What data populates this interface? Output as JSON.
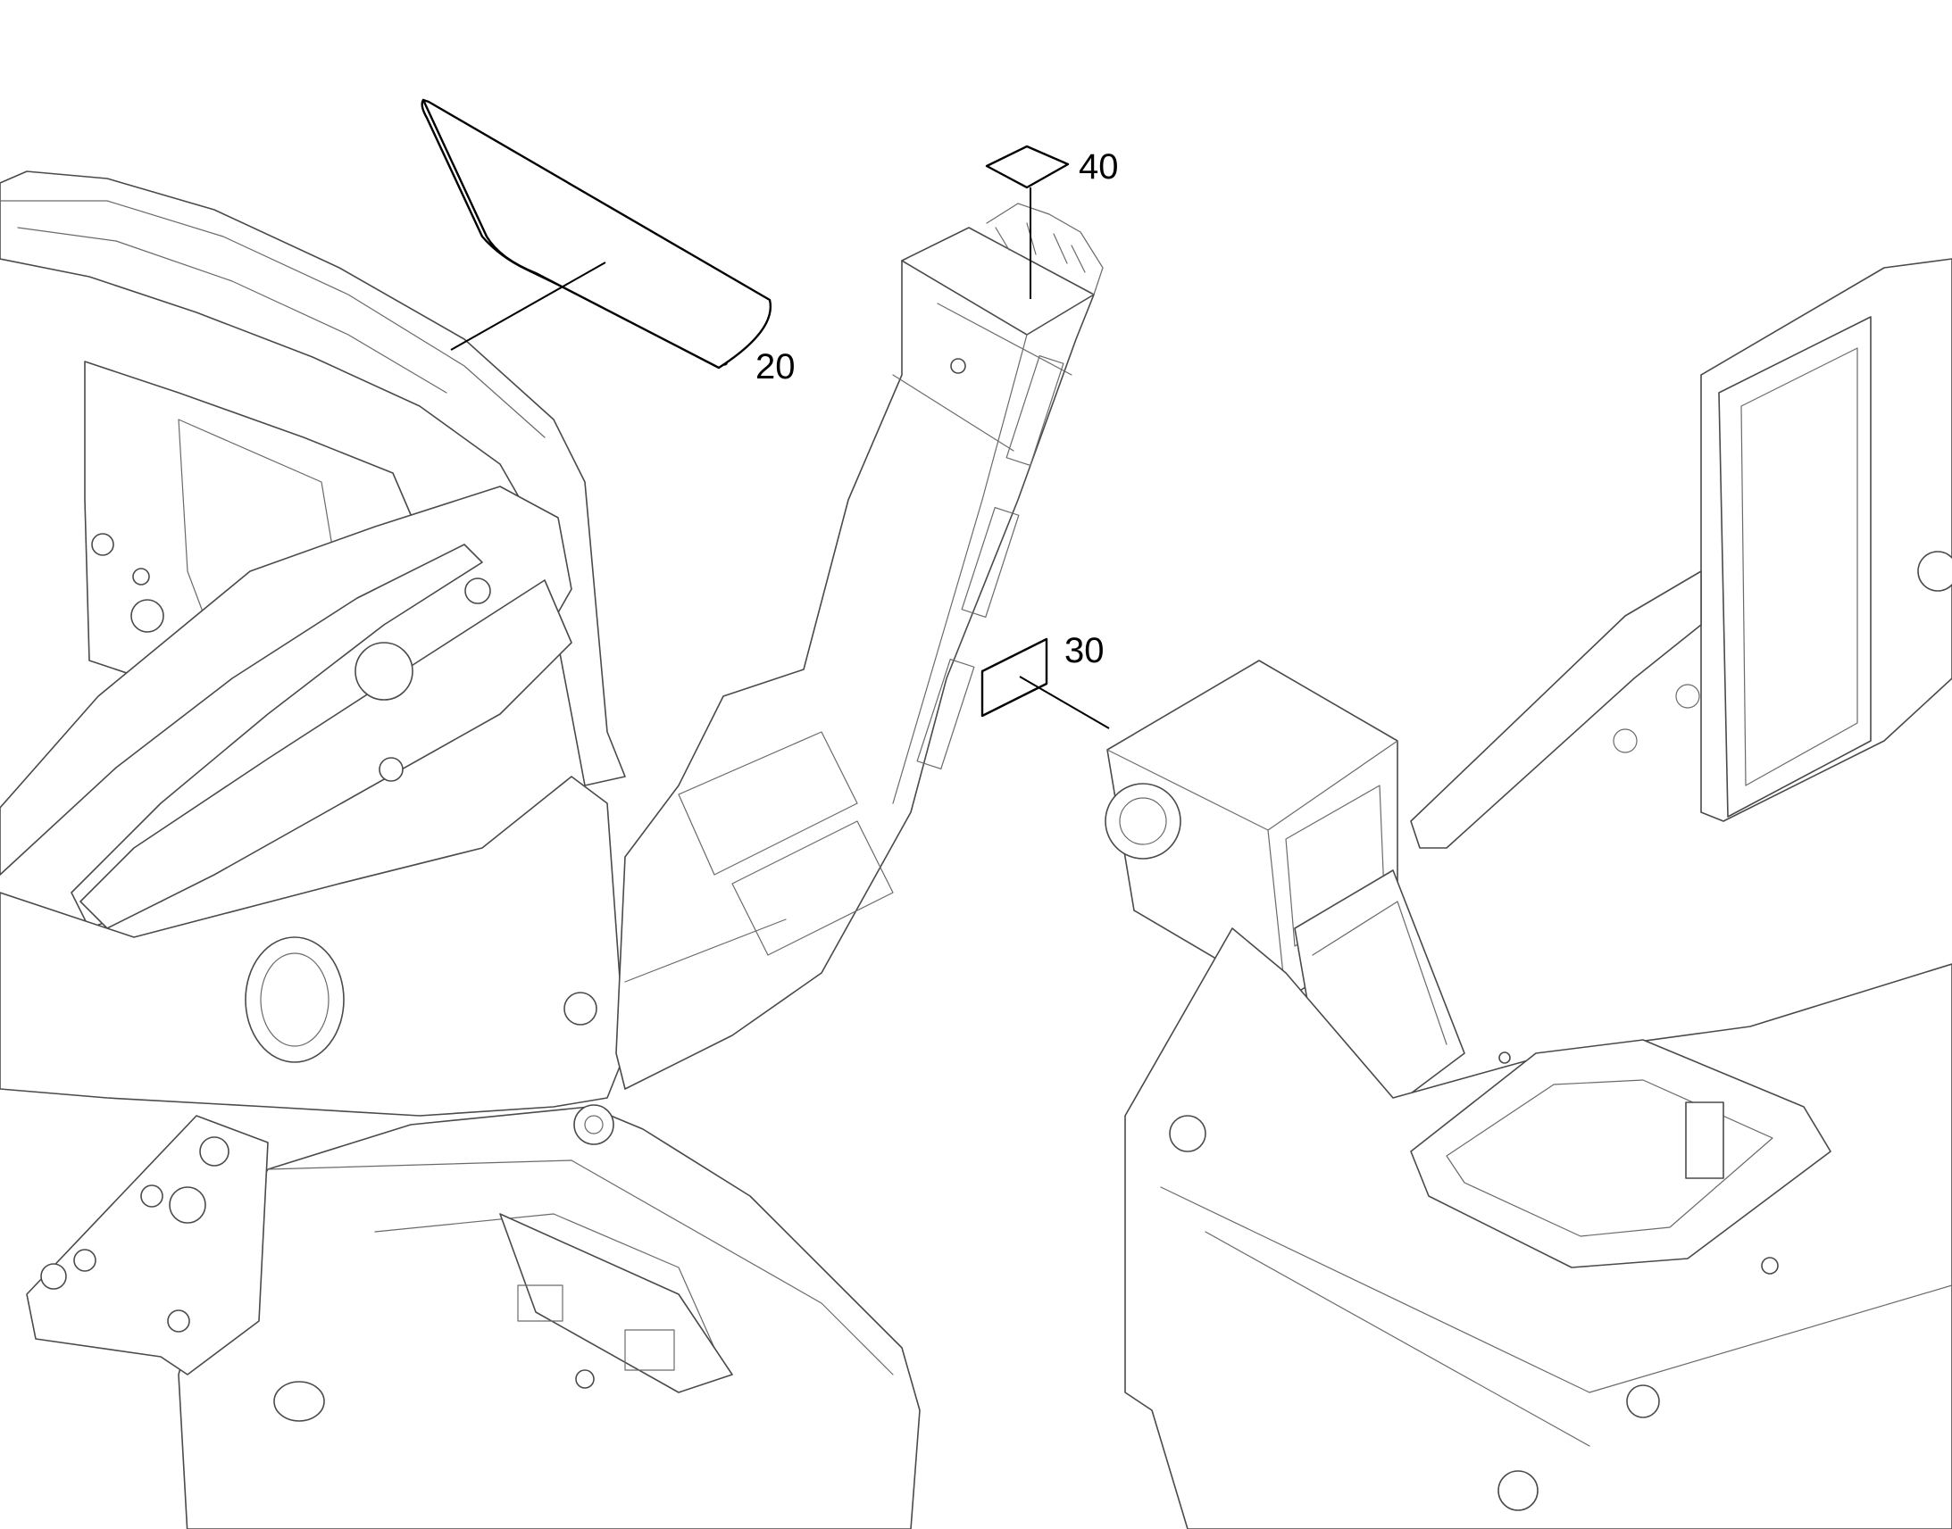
{
  "figure": {
    "line_color": "#4a4a4a",
    "decal_color": "#000000",
    "background": "#ffffff"
  },
  "callouts": [
    {
      "id": "decal-20",
      "label": "20"
    },
    {
      "id": "decal-30",
      "label": "30"
    },
    {
      "id": "decal-40",
      "label": "40"
    }
  ]
}
